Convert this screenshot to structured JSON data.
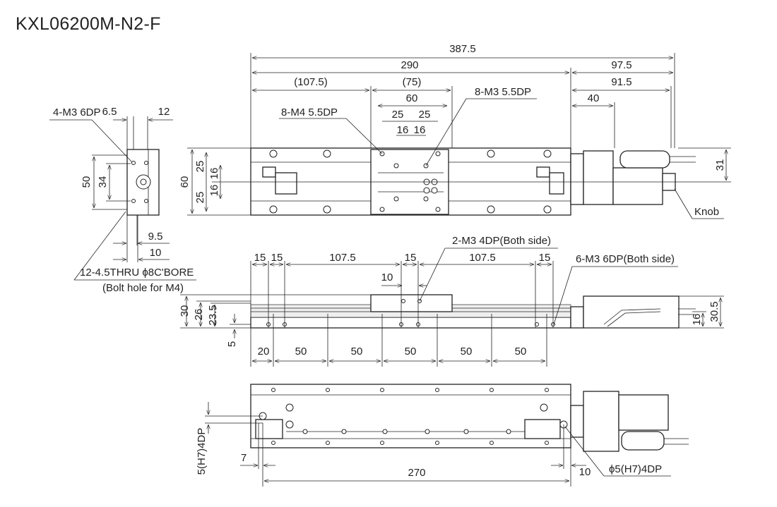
{
  "title": "KXL06200M-N2-F",
  "top_view": {
    "dims": [
      "387.5",
      "290",
      "97.5",
      "(107.5)",
      "(75)",
      "91.5",
      "60",
      "40",
      "25",
      "25",
      "16",
      "16",
      "60",
      "25",
      "25",
      "16",
      "16",
      "31"
    ],
    "callouts": [
      "8-M3 5.5DP",
      "8-M4 5.5DP",
      "Knob"
    ]
  },
  "end_view": {
    "dims": [
      "6.5",
      "12",
      "50",
      "34",
      "9.5",
      "10"
    ],
    "callouts": [
      "4-M3 6DP",
      "12-4.5THRU ϕ8C'BORE",
      "(Bolt hole for M4)"
    ]
  },
  "side_view": {
    "dims_top": [
      "15",
      "15",
      "107.5",
      "15",
      "107.5",
      "15",
      "10"
    ],
    "dims_left": [
      "30",
      "26",
      "23.5",
      "5"
    ],
    "dims_bottom": [
      "20",
      "50",
      "50",
      "50",
      "50",
      "50"
    ],
    "dims_right": [
      "16",
      "30.5"
    ],
    "callouts": [
      "2-M3 4DP(Both side)",
      "6-M3 6DP(Both side)"
    ]
  },
  "bottom_view": {
    "dims": [
      "270",
      "7",
      "10"
    ],
    "callouts": [
      "5(H7)4DP",
      "ϕ5(H7)4DP"
    ]
  }
}
